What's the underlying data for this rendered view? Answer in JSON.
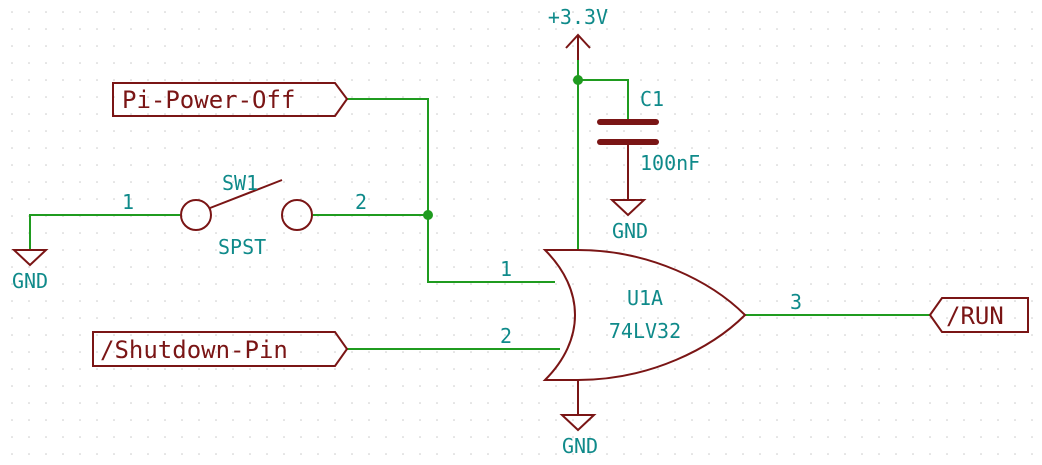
{
  "colors": {
    "wire": "#1f9b1f",
    "component": "#7a1515",
    "text": "#0f8a8a",
    "background": "#ffffff",
    "grid": "#c9c9c9"
  },
  "labels": {
    "vcc": "+3.3V",
    "cap_ref": "C1",
    "cap_value": "100nF",
    "gnd_cap": "GND",
    "gnd_switch": "GND",
    "gnd_gate": "GND",
    "switch_ref": "SW1",
    "switch_type": "SPST",
    "switch_pin1": "1",
    "switch_pin2": "2",
    "gate_ref": "U1A",
    "gate_part": "74LV32",
    "gate_pin1": "1",
    "gate_pin2": "2",
    "gate_pin3": "3",
    "label_power_off": "Pi-Power-Off",
    "label_shutdown": "/Shutdown-Pin",
    "label_run": "/RUN"
  }
}
